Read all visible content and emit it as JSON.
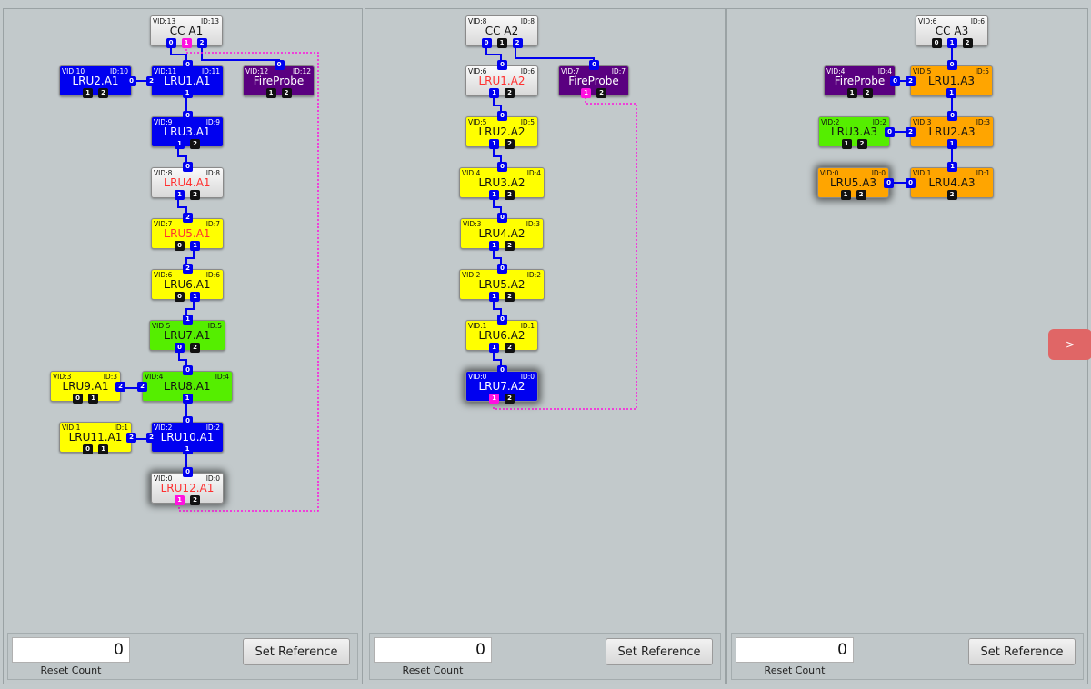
{
  "panels": [
    {
      "reset_count_value": "0",
      "reset_count_label": "Reset Count",
      "set_reference_label": "Set Reference",
      "nodes": [
        {
          "name": "CC A1",
          "vid": "VID:13",
          "id": "ID:13",
          "color": "white",
          "ports": [
            {
              "n": "0",
              "c": "blue"
            },
            {
              "n": "1",
              "c": "magenta"
            },
            {
              "n": "2",
              "c": "blue"
            }
          ],
          "in": []
        },
        {
          "name": "LRU2.A1",
          "vid": "VID:10",
          "id": "ID:10",
          "color": "blue",
          "ports": [
            {
              "n": "1",
              "c": "black"
            },
            {
              "n": "2",
              "c": "black"
            }
          ],
          "in": [
            {
              "n": "0",
              "side": "right"
            }
          ]
        },
        {
          "name": "LRU1.A1",
          "vid": "VID:11",
          "id": "ID:11",
          "color": "blue",
          "ports": [
            {
              "n": "1",
              "c": "blue"
            }
          ],
          "in": [
            {
              "n": "0",
              "side": "top"
            },
            {
              "n": "2",
              "side": "left"
            }
          ]
        },
        {
          "name": "FireProbe",
          "vid": "VID:12",
          "id": "ID:12",
          "color": "purple",
          "ports": [
            {
              "n": "1",
              "c": "black"
            },
            {
              "n": "2",
              "c": "black"
            }
          ],
          "in": [
            {
              "n": "0",
              "side": "top"
            }
          ]
        },
        {
          "name": "LRU3.A1",
          "vid": "VID:9",
          "id": "ID:9",
          "color": "blue",
          "ports": [
            {
              "n": "1",
              "c": "blue"
            },
            {
              "n": "2",
              "c": "black"
            }
          ],
          "in": [
            {
              "n": "0",
              "side": "top"
            }
          ]
        },
        {
          "name": "LRU4.A1",
          "vid": "VID:8",
          "id": "ID:8",
          "color": "white",
          "alert": true,
          "ports": [
            {
              "n": "1",
              "c": "blue"
            },
            {
              "n": "2",
              "c": "black"
            }
          ],
          "in": [
            {
              "n": "0",
              "side": "top"
            }
          ]
        },
        {
          "name": "LRU5.A1",
          "vid": "VID:7",
          "id": "ID:7",
          "color": "yellow",
          "alert": true,
          "ports": [
            {
              "n": "0",
              "c": "black"
            },
            {
              "n": "1",
              "c": "blue"
            }
          ],
          "in": [
            {
              "n": "2",
              "side": "top"
            }
          ]
        },
        {
          "name": "LRU6.A1",
          "vid": "VID:6",
          "id": "ID:6",
          "color": "yellow",
          "ports": [
            {
              "n": "0",
              "c": "black"
            },
            {
              "n": "1",
              "c": "blue"
            }
          ],
          "in": [
            {
              "n": "2",
              "side": "top"
            }
          ]
        },
        {
          "name": "LRU7.A1",
          "vid": "VID:5",
          "id": "ID:5",
          "color": "green",
          "ports": [
            {
              "n": "0",
              "c": "blue"
            },
            {
              "n": "2",
              "c": "black"
            }
          ],
          "in": [
            {
              "n": "1",
              "side": "top"
            }
          ]
        },
        {
          "name": "LRU9.A1",
          "vid": "VID:3",
          "id": "ID:3",
          "color": "yellow",
          "ports": [
            {
              "n": "0",
              "c": "black"
            },
            {
              "n": "1",
              "c": "black"
            }
          ],
          "in": [
            {
              "n": "2",
              "side": "right"
            }
          ]
        },
        {
          "name": "LRU8.A1",
          "vid": "VID:4",
          "id": "ID:4",
          "color": "green",
          "ports": [
            {
              "n": "1",
              "c": "blue"
            }
          ],
          "in": [
            {
              "n": "0",
              "side": "top"
            },
            {
              "n": "2",
              "side": "left"
            }
          ]
        },
        {
          "name": "LRU11.A1",
          "vid": "VID:1",
          "id": "ID:1",
          "color": "yellow",
          "ports": [
            {
              "n": "0",
              "c": "black"
            },
            {
              "n": "1",
              "c": "black"
            }
          ],
          "in": [
            {
              "n": "2",
              "side": "right"
            }
          ]
        },
        {
          "name": "LRU10.A1",
          "vid": "VID:2",
          "id": "ID:2",
          "color": "blue",
          "ports": [
            {
              "n": "1",
              "c": "blue"
            }
          ],
          "in": [
            {
              "n": "0",
              "side": "top"
            },
            {
              "n": "2",
              "side": "left"
            }
          ]
        },
        {
          "name": "LRU12.A1",
          "vid": "VID:0",
          "id": "ID:0",
          "color": "white",
          "alert": true,
          "selected": true,
          "ports": [
            {
              "n": "1",
              "c": "magenta"
            },
            {
              "n": "2",
              "c": "black"
            }
          ],
          "in": [
            {
              "n": "0",
              "side": "top"
            }
          ]
        }
      ]
    },
    {
      "reset_count_value": "0",
      "reset_count_label": "Reset Count",
      "set_reference_label": "Set Reference",
      "nodes": [
        {
          "name": "CC A2",
          "vid": "VID:8",
          "id": "ID:8",
          "color": "white",
          "ports": [
            {
              "n": "0",
              "c": "blue"
            },
            {
              "n": "1",
              "c": "black"
            },
            {
              "n": "2",
              "c": "blue"
            }
          ],
          "in": []
        },
        {
          "name": "LRU1.A2",
          "vid": "VID:6",
          "id": "ID:6",
          "color": "white",
          "alert": true,
          "ports": [
            {
              "n": "1",
              "c": "blue"
            },
            {
              "n": "2",
              "c": "black"
            }
          ],
          "in": [
            {
              "n": "0",
              "side": "top"
            }
          ]
        },
        {
          "name": "FireProbe",
          "vid": "VID:7",
          "id": "ID:7",
          "color": "purple",
          "ports": [
            {
              "n": "1",
              "c": "magenta"
            },
            {
              "n": "2",
              "c": "black"
            }
          ],
          "in": [
            {
              "n": "0",
              "side": "top"
            }
          ]
        },
        {
          "name": "LRU2.A2",
          "vid": "VID:5",
          "id": "ID:5",
          "color": "yellow",
          "ports": [
            {
              "n": "1",
              "c": "blue"
            },
            {
              "n": "2",
              "c": "black"
            }
          ],
          "in": [
            {
              "n": "0",
              "side": "top"
            }
          ]
        },
        {
          "name": "LRU3.A2",
          "vid": "VID:4",
          "id": "ID:4",
          "color": "yellow",
          "ports": [
            {
              "n": "1",
              "c": "blue"
            },
            {
              "n": "2",
              "c": "black"
            }
          ],
          "in": [
            {
              "n": "0",
              "side": "top"
            }
          ]
        },
        {
          "name": "LRU4.A2",
          "vid": "VID:3",
          "id": "ID:3",
          "color": "yellow",
          "ports": [
            {
              "n": "1",
              "c": "blue"
            },
            {
              "n": "2",
              "c": "black"
            }
          ],
          "in": [
            {
              "n": "0",
              "side": "top"
            }
          ]
        },
        {
          "name": "LRU5.A2",
          "vid": "VID:2",
          "id": "ID:2",
          "color": "yellow",
          "ports": [
            {
              "n": "1",
              "c": "blue"
            },
            {
              "n": "2",
              "c": "black"
            }
          ],
          "in": [
            {
              "n": "0",
              "side": "top"
            }
          ]
        },
        {
          "name": "LRU6.A2",
          "vid": "VID:1",
          "id": "ID:1",
          "color": "yellow",
          "ports": [
            {
              "n": "1",
              "c": "blue"
            },
            {
              "n": "2",
              "c": "black"
            }
          ],
          "in": [
            {
              "n": "0",
              "side": "top"
            }
          ]
        },
        {
          "name": "LRU7.A2",
          "vid": "VID:0",
          "id": "ID:0",
          "color": "blue",
          "selected": true,
          "ports": [
            {
              "n": "1",
              "c": "magenta"
            },
            {
              "n": "2",
              "c": "black"
            }
          ],
          "in": [
            {
              "n": "0",
              "side": "top"
            }
          ]
        }
      ]
    },
    {
      "reset_count_value": "0",
      "reset_count_label": "Reset Count",
      "set_reference_label": "Set Reference",
      "nodes": [
        {
          "name": "CC A3",
          "vid": "VID:6",
          "id": "ID:6",
          "color": "white",
          "ports": [
            {
              "n": "0",
              "c": "black"
            },
            {
              "n": "1",
              "c": "blue"
            },
            {
              "n": "2",
              "c": "black"
            }
          ],
          "in": []
        },
        {
          "name": "FireProbe",
          "vid": "VID:4",
          "id": "ID:4",
          "color": "purple",
          "ports": [
            {
              "n": "1",
              "c": "black"
            },
            {
              "n": "2",
              "c": "black"
            }
          ],
          "in": [
            {
              "n": "0",
              "side": "right"
            }
          ]
        },
        {
          "name": "LRU1.A3",
          "vid": "VID:5",
          "id": "ID:5",
          "color": "orange",
          "ports": [
            {
              "n": "1",
              "c": "blue"
            }
          ],
          "in": [
            {
              "n": "0",
              "side": "top"
            },
            {
              "n": "2",
              "side": "left"
            }
          ]
        },
        {
          "name": "LRU3.A3",
          "vid": "VID:2",
          "id": "ID:2",
          "color": "green",
          "ports": [
            {
              "n": "1",
              "c": "black"
            },
            {
              "n": "2",
              "c": "black"
            }
          ],
          "in": [
            {
              "n": "0",
              "side": "right"
            }
          ]
        },
        {
          "name": "LRU2.A3",
          "vid": "VID:3",
          "id": "ID:3",
          "color": "orange",
          "ports": [
            {
              "n": "1",
              "c": "blue"
            }
          ],
          "in": [
            {
              "n": "0",
              "side": "top"
            },
            {
              "n": "2",
              "side": "left"
            }
          ]
        },
        {
          "name": "LRU5.A3",
          "vid": "VID:0",
          "id": "ID:0",
          "color": "orange",
          "selected": true,
          "ports": [
            {
              "n": "1",
              "c": "black"
            },
            {
              "n": "2",
              "c": "black"
            }
          ],
          "in": [
            {
              "n": "0",
              "side": "right"
            }
          ]
        },
        {
          "name": "LRU4.A3",
          "vid": "VID:1",
          "id": "ID:1",
          "color": "orange",
          "ports": [
            {
              "n": "2",
              "c": "black"
            }
          ],
          "in": [
            {
              "n": "1",
              "side": "top"
            },
            {
              "n": "0",
              "side": "left"
            }
          ]
        }
      ]
    }
  ],
  "next_button_label": ">",
  "colors": {
    "link": "#0000f0",
    "fire_link": "#ff10e0",
    "alert_text": "#ff3030",
    "next_button": "#e06666"
  }
}
